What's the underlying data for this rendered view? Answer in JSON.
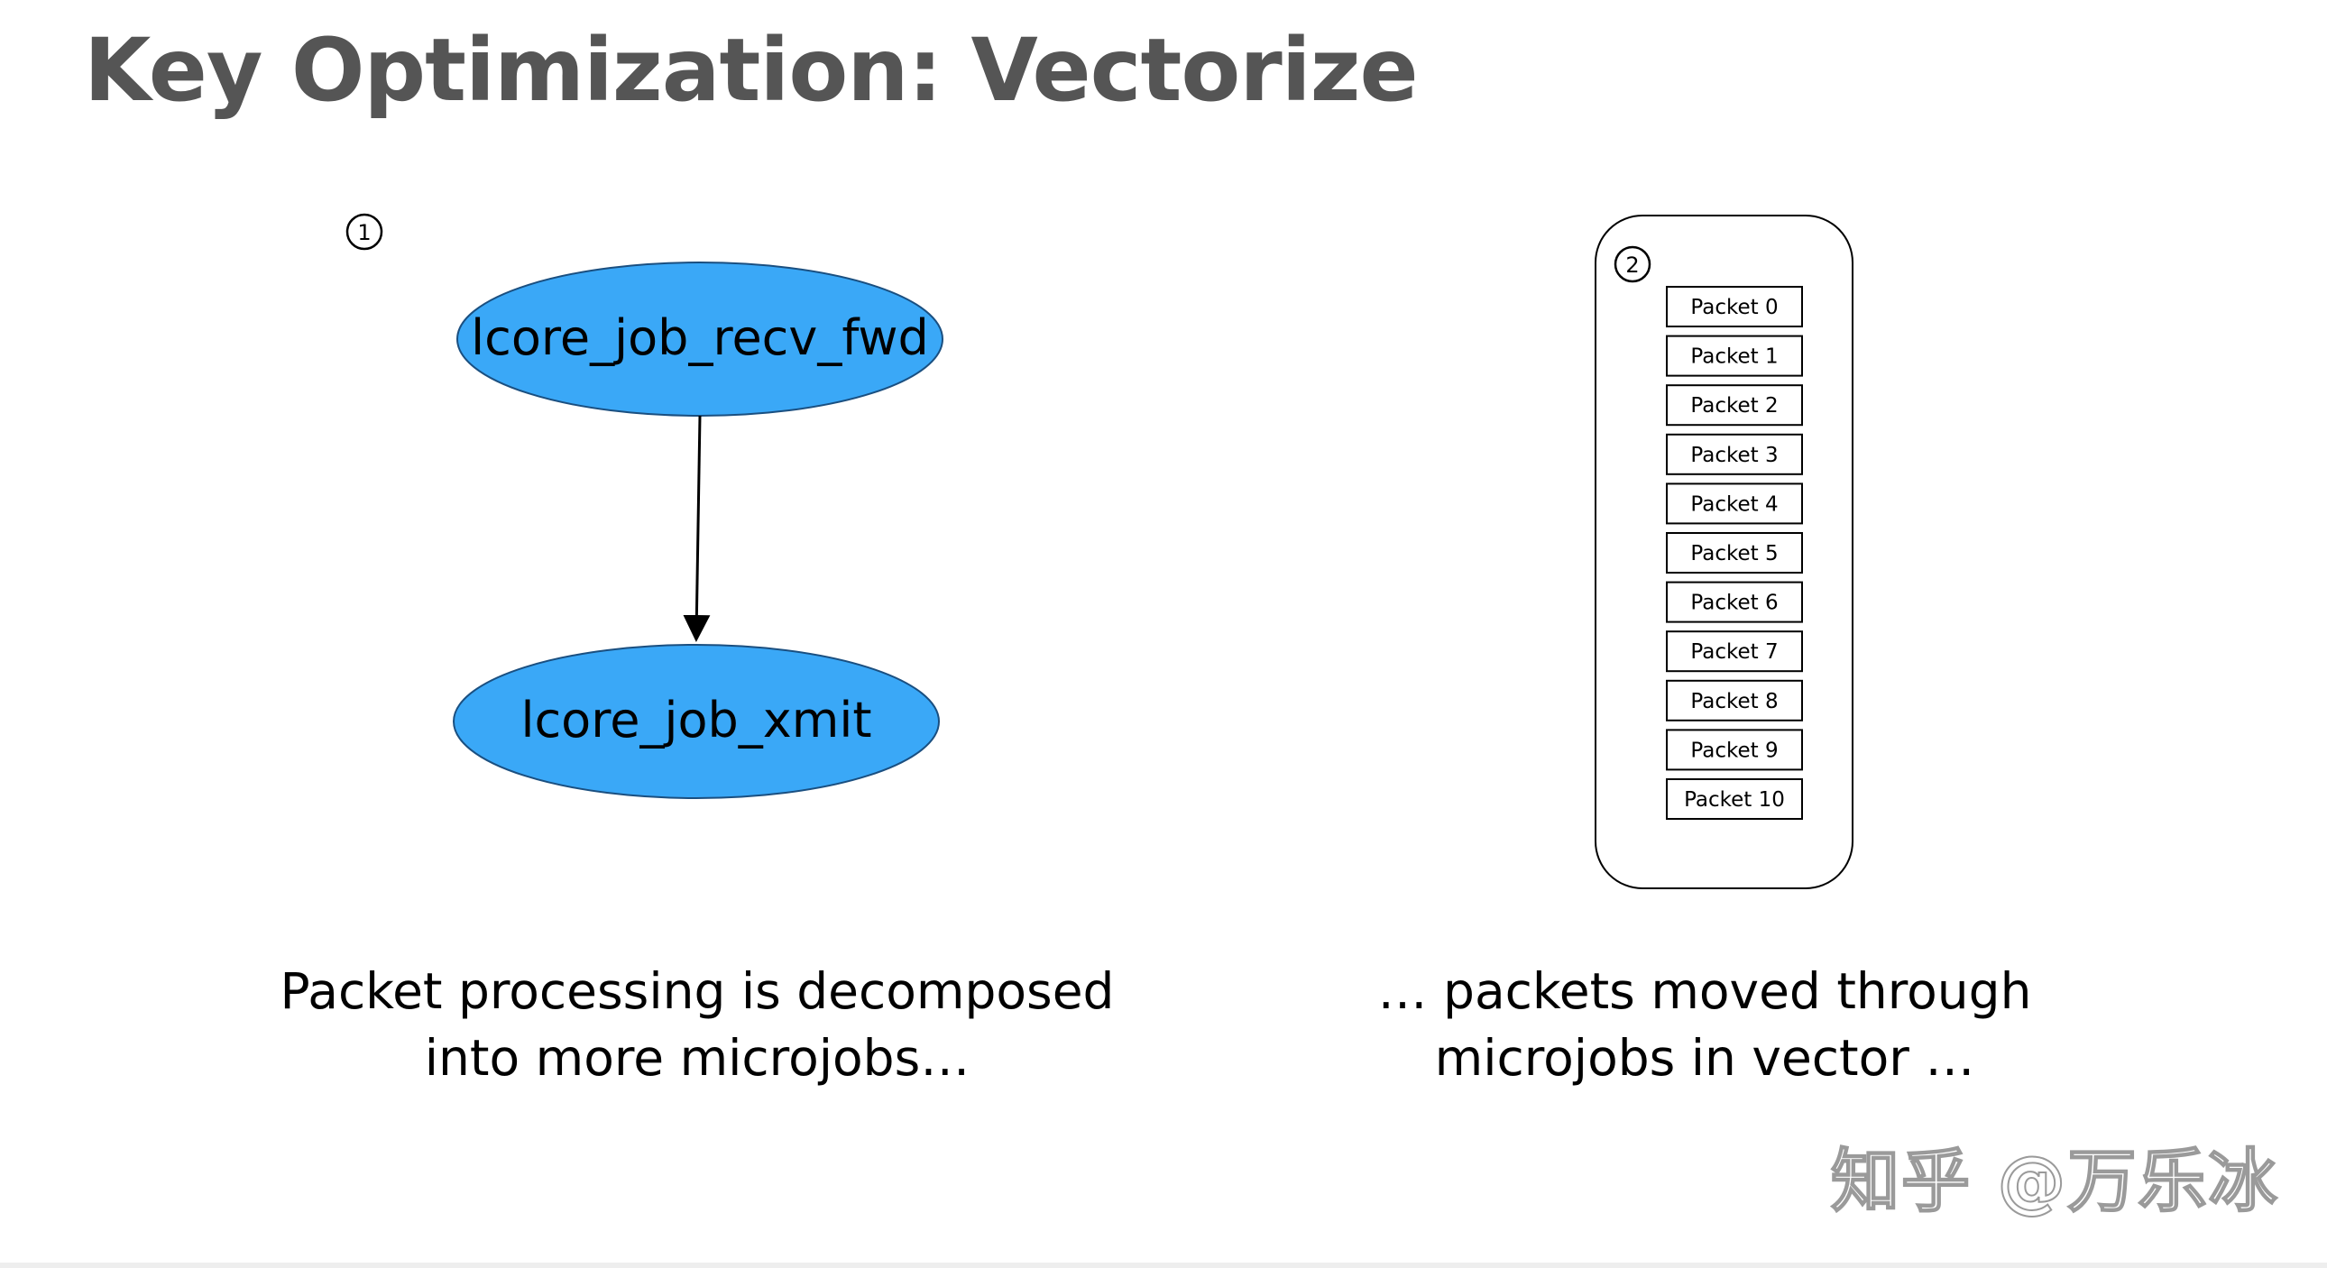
{
  "title": "Key Optimization: Vectorize",
  "panel_left": {
    "marker": "1",
    "nodes": {
      "top": "lcore_job_recv_fwd",
      "bottom": "lcore_job_xmit"
    },
    "caption_lines": [
      "Packet processing is decomposed",
      "into more microjobs…"
    ]
  },
  "panel_right": {
    "marker": "2",
    "packets": [
      "Packet 0",
      "Packet 1",
      "Packet 2",
      "Packet 3",
      "Packet 4",
      "Packet 5",
      "Packet 6",
      "Packet 7",
      "Packet 8",
      "Packet 9",
      "Packet 10"
    ],
    "caption_lines": [
      "… packets moved through",
      "microjobs in vector …"
    ]
  },
  "watermark": "知乎 @万乐冰",
  "colors": {
    "node_fill": "#3aa8f7",
    "title": "#555555"
  }
}
